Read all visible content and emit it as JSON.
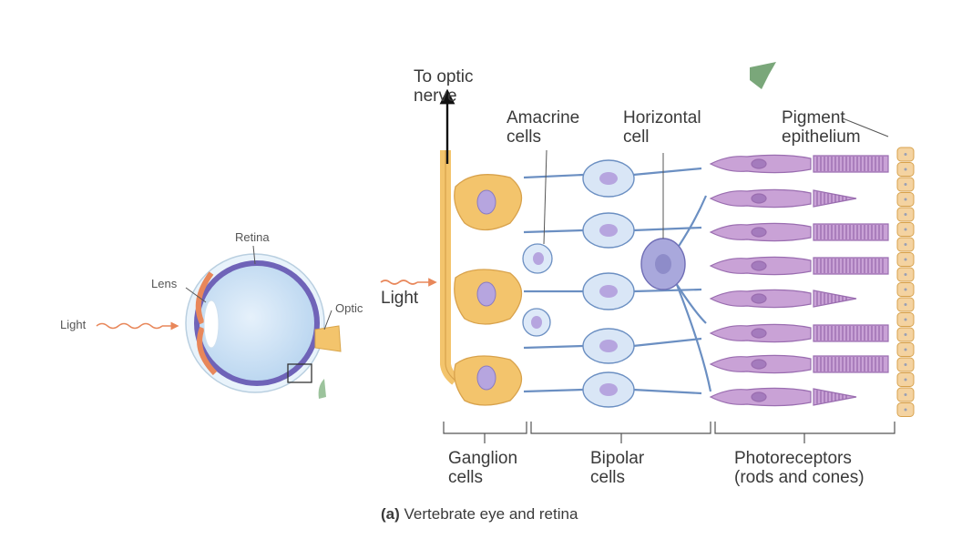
{
  "eye": {
    "retina": "Retina",
    "lens": "Lens",
    "optic": "Optic",
    "light": "Light"
  },
  "retina_detail": {
    "to_optic_nerve": [
      "To optic",
      "nerve"
    ],
    "light": "Light",
    "amacrine_cells": [
      "Amacrine",
      "cells"
    ],
    "horizontal_cell": [
      "Horizontal",
      "cell"
    ],
    "pigment_epithelium": [
      "Pigment",
      "epithelium"
    ],
    "ganglion_cells": [
      "Ganglion",
      "cells"
    ],
    "bipolar_cells": [
      "Bipolar",
      "cells"
    ],
    "photoreceptors": [
      "Photoreceptors",
      "(rods and cones)"
    ]
  },
  "caption": {
    "letter": "(a)",
    "text": "Vertebrate eye and retina"
  },
  "colors": {
    "ganglion": "#f3c46c",
    "bipolar": "#d9e6f6",
    "amacrine": "#dde9f8",
    "horizontal": "#a9a8dc",
    "photoreceptor": "#c9a2d6",
    "pigment": "#f4d3a1",
    "light_arrow": "#e8875a",
    "eye_body": "#c2dcf3",
    "eye_wall": "#6f63b8",
    "green_arrow": "#7aa77a"
  }
}
